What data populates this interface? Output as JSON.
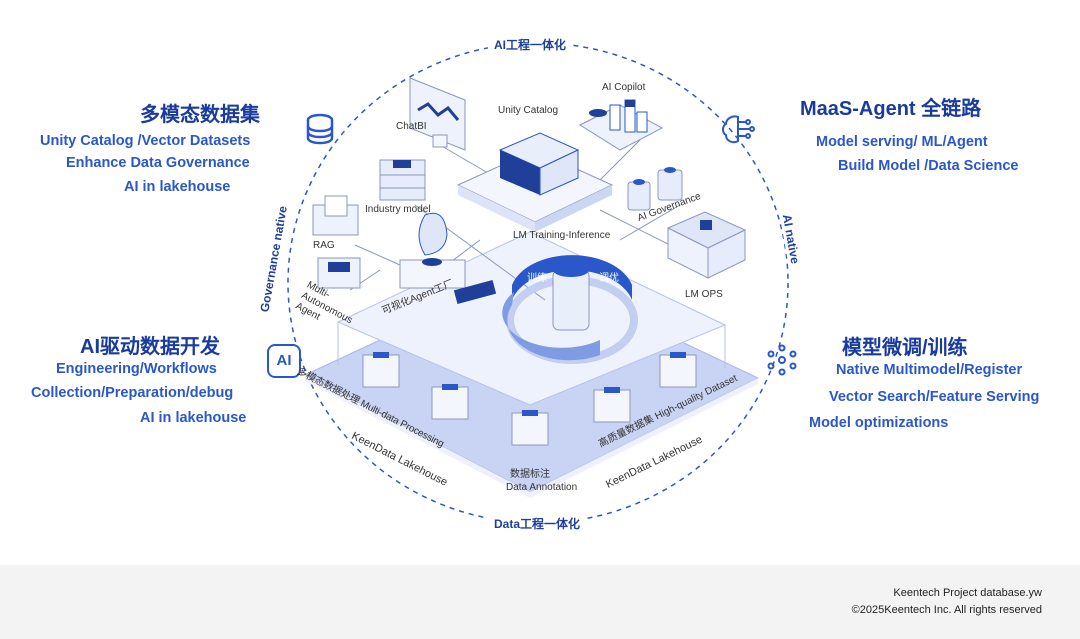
{
  "arc_labels": {
    "top": "AI工程一体化",
    "bottom": "Data工程一体化",
    "left": "Governance native",
    "right": "AI native"
  },
  "left_top": {
    "title": "多模态数据集",
    "items": [
      "Unity Catalog /Vector Datasets",
      "Enhance Data Governance",
      "AI in lakehouse"
    ]
  },
  "left_bottom": {
    "title": "AI驱动数据开发",
    "items": [
      "Engineering/Workflows",
      "Collection/Preparation/debug",
      "AI in lakehouse"
    ]
  },
  "right_top": {
    "title": "MaaS-Agent 全链路",
    "items": [
      "Model serving/ ML/Agent",
      "Build Model /Data Science"
    ]
  },
  "right_bottom": {
    "title": "模型微调/训练",
    "items": [
      "Native Multimodel/Register",
      "Vector Search/Feature Serving",
      "Model optimizations"
    ]
  },
  "nodes": {
    "chatbi": "ChatBI",
    "unity": "Unity Catalog",
    "copilot": "AI Copilot",
    "industry": "Industry model",
    "rag": "RAG",
    "multi_agent": "Multi-Autonomous Agent",
    "agent_factory": "可视化Agent工厂",
    "training": "LM Training-Inference",
    "governance": "AI Governance",
    "lmops": "LM OPS",
    "train_cn": "训练",
    "tune_cn": "调优"
  },
  "lakehouse": {
    "multi_data": "多模态数据处理 Multi-data Processing",
    "annotation_cn": "数据标注",
    "annotation_en": "Data Annotation",
    "hq": "高质量数据集 High-quality Dataset",
    "lake_left": "KeenData Lakehouse",
    "lake_right": "KeenData Lakehouse"
  },
  "icons": {
    "left_top": "database-icon",
    "left_bottom": "ai-badge-icon",
    "right_top": "brain-circuit-icon",
    "right_bottom": "network-icon"
  },
  "badge_text": "AI",
  "footer": {
    "line1": "Keentech Project database.yw",
    "line2": "©2025Keentech Inc. All rights reserved"
  },
  "colors": {
    "accent": "#2a57c9",
    "title": "#1a3b9e",
    "footer_bg": "#f3f3f3"
  }
}
